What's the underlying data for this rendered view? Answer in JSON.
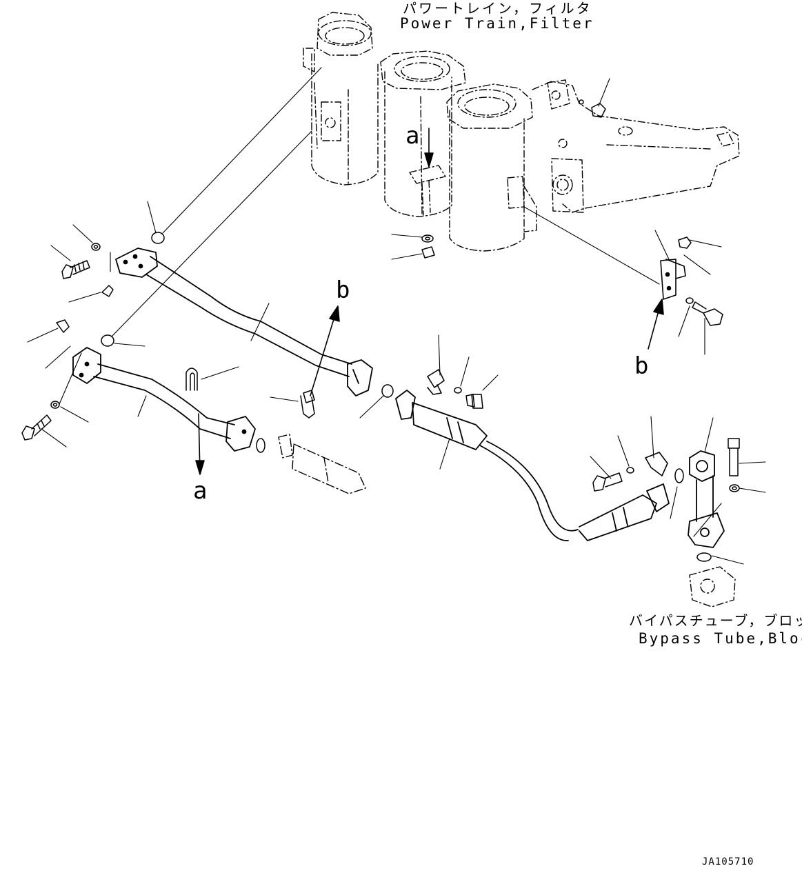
{
  "references": {
    "power_train_filter": {
      "jp": "パワートレイン，フィルタ",
      "en": "Power Train,Filter"
    },
    "bypass_tube_block": {
      "jp": "バイパスチューブ，ブロック",
      "en": "Bypass Tube,Block"
    }
  },
  "view_markers": {
    "a_top": "a",
    "a_bottom": "a",
    "b_top": "b",
    "b_bottom": "b"
  },
  "drawing_id": "JA105710",
  "colors": {
    "line": "#000000",
    "background": "#ffffff"
  }
}
